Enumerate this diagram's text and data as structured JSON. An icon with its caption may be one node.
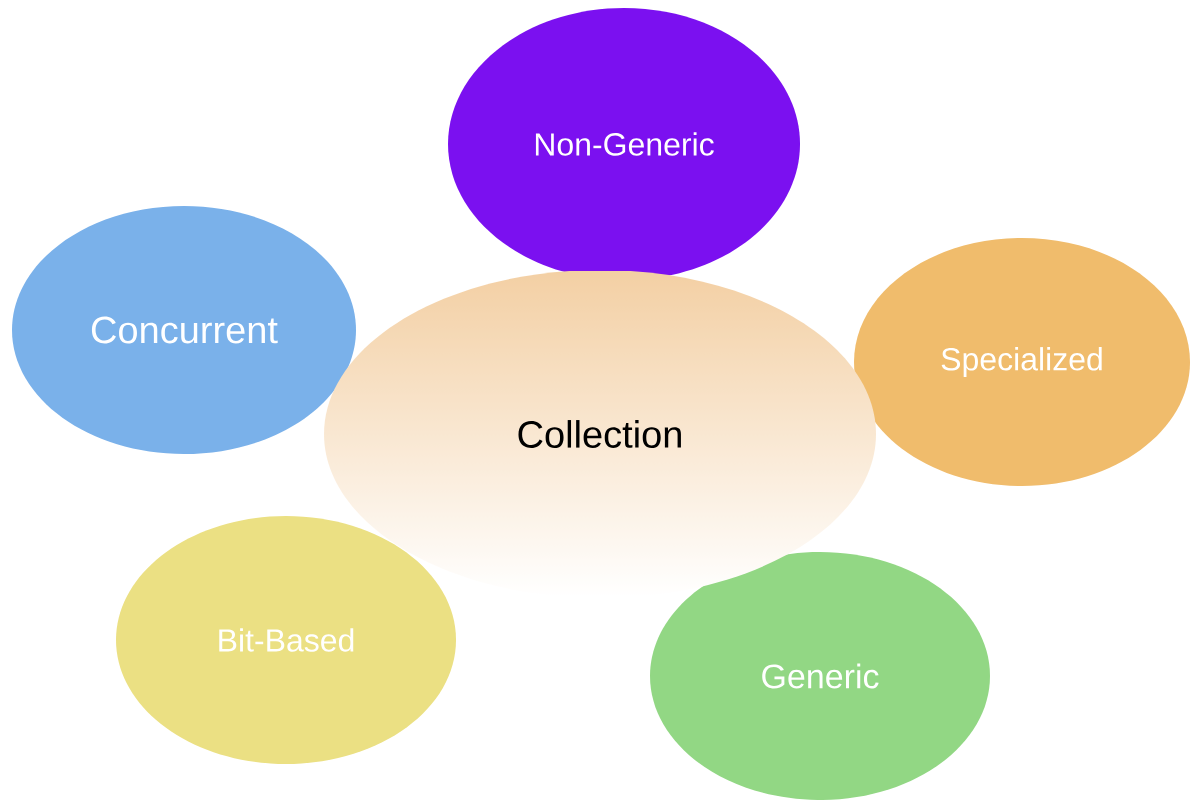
{
  "diagram": {
    "nodes": [
      {
        "text": [
          "Non-Generic"
        ]
      },
      {
        "text": [
          "Concurrent"
        ]
      },
      {
        "text": [
          "Specialized"
        ]
      },
      {
        "text": [
          "Collection"
        ]
      },
      {
        "text": [
          "Bit-Based"
        ]
      },
      {
        "text": [
          "Generic"
        ]
      }
    ]
  }
}
